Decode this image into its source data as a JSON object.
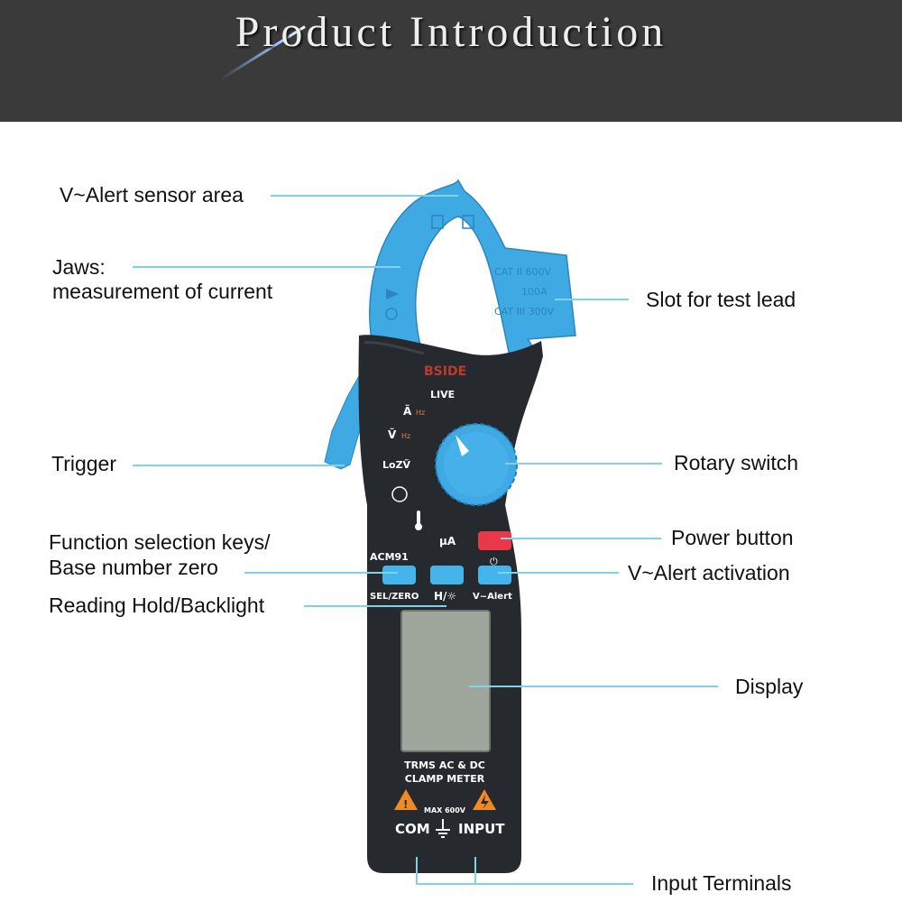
{
  "header": {
    "title": "Product Introduction"
  },
  "labels": {
    "v_alert_sensor": "V~Alert sensor area",
    "jaws_line1": "Jaws:",
    "jaws_line2": "measurement of current",
    "slot": "Slot for test lead",
    "trigger": "Trigger",
    "rotary": "Rotary switch",
    "function_line1": "Function selection keys/",
    "function_line2": "Base number zero",
    "power": "Power button",
    "v_alert_activation": "V~Alert activation",
    "hold": "Reading Hold/Backlight",
    "display": "Display",
    "terminals": "Input Terminals"
  },
  "device": {
    "brand": "BSIDE",
    "live": "LIVE",
    "model": "ACM91",
    "jaw_text_1": "CAT II 600V",
    "jaw_text_2": "100A",
    "jaw_text_3": "CAT III 300V",
    "mode_a": "Ã",
    "mode_v": "Ṽ",
    "mode_hz": "Hz",
    "mode_loz": "LoZṼ",
    "mode_ua": "μA",
    "key_sel": "SEL/ZERO",
    "key_hold": "H/☼",
    "key_valert": "V~Alert",
    "screen_line1": "TRMS AC & DC",
    "screen_line2": "CLAMP METER",
    "max": "MAX 600V",
    "com": "COM",
    "input": "INPUT"
  },
  "colors": {
    "header_bg": "#3a3a3a",
    "body": "#262a2e",
    "jaw_blue": "#3fa9e4",
    "key_blue": "#45b4ea",
    "power_red": "#e8384a",
    "leader": "#7fd3e6",
    "lcd": "#9fa69c"
  }
}
